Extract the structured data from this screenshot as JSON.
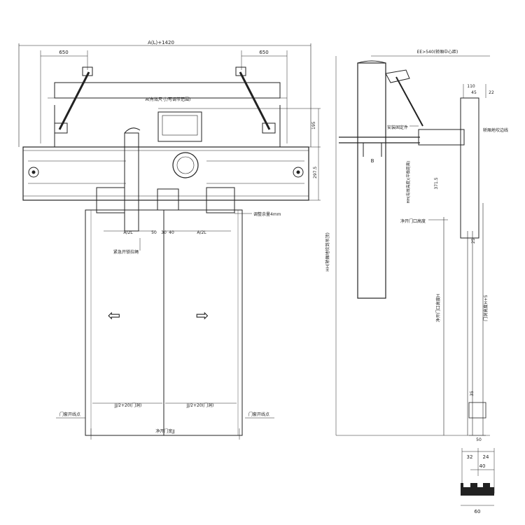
{
  "front_view": {
    "top_width": "A(L)+1420",
    "left_offset": "650",
    "right_offset": "650",
    "inner_width": "A(有效尺寸/可调节范围)",
    "dim_195": "195",
    "dim_2975": "297.5",
    "adjust_label": "调整余量4mm",
    "a2l": "A/2L",
    "dim_50": "50",
    "dim_30": "30",
    "dim_40": "40",
    "a2l_right": "A/2L",
    "emergency_label": "紧急开锁拉绳",
    "door_left_label": "JJ/2+20(门洞)",
    "door_right_label": "JJ/2+20(门洞)",
    "clear_width_label": "净开门宽JJ",
    "left_sill_label": "门套开线点",
    "right_sill_label": "门套开线点",
    "arrow_left": "⇦",
    "arrow_right": "⇨"
  },
  "side_view": {
    "top_dim": "EE>540(轿厢中心距)",
    "dim_110": "110",
    "dim_45": "45",
    "dim_22": "22",
    "bracket_label": "安装固定件",
    "dim_b": "B",
    "right_label": "轿厢地坎边线",
    "vertical_label": "HH(有效高度)(平衡距离)",
    "dim_3715": "371.5",
    "clear_label": "净开门口高度",
    "left_vertical": "HH(轿厢地坎到吊顶)",
    "clear_height_vertical": "净开门口高度H",
    "door_height_vertical": "门洞高度H+5",
    "dim_25": "25",
    "dim_35": "35",
    "dim_50": "50"
  },
  "profile": {
    "dim_32": "32",
    "dim_24": "24",
    "dim_40": "40",
    "dim_60": "60"
  }
}
